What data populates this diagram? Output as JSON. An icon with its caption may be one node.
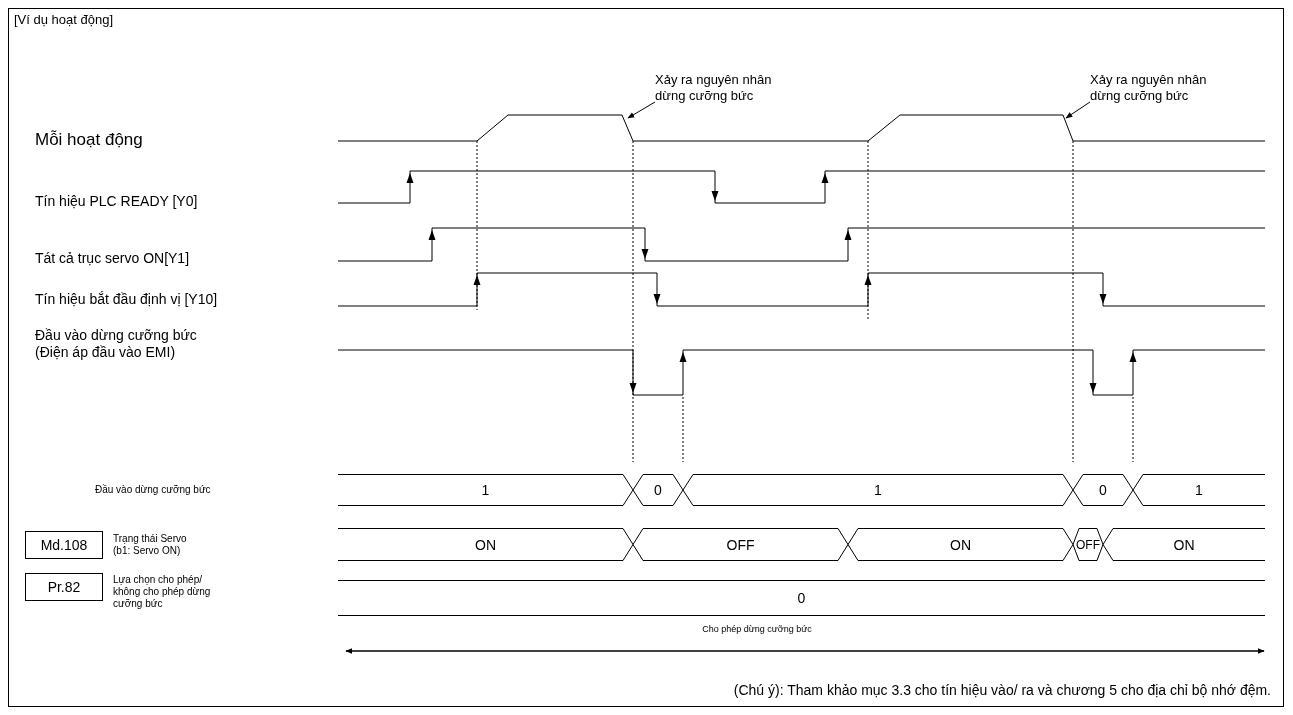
{
  "diagram": {
    "title": "[Ví dụ hoạt động]",
    "caption": "(Chú ý): Tham khảo mục 3.3 cho tín hiệu vào/ ra và chương 5 cho địa chỉ bộ nhớ đệm.",
    "nodes": [
      {
        "text": [
          "Xảy ra nguyên nhân dừng cưỡng bức"
        ]
      },
      {
        "text": [
          "Xảy ra nguyên nhân dừng cưỡng bức"
        ]
      },
      {
        "text": [
          "1"
        ]
      },
      {
        "text": [
          "0"
        ]
      },
      {
        "text": [
          "1"
        ]
      },
      {
        "text": [
          "0"
        ]
      },
      {
        "text": [
          "1"
        ]
      },
      {
        "text": [
          "Md.108"
        ]
      },
      {
        "text": [
          "ON"
        ]
      },
      {
        "text": [
          "OFF"
        ]
      },
      {
        "text": [
          "ON"
        ]
      },
      {
        "text": [
          "OFF"
        ]
      },
      {
        "text": [
          "ON"
        ]
      },
      {
        "text": [
          "Pr.82"
        ]
      },
      {
        "text": [
          "0"
        ]
      }
    ],
    "edges": [
      {
        "from": 0,
        "to": null,
        "arrow": "to"
      },
      {
        "from": 1,
        "to": null,
        "arrow": "to"
      }
    ],
    "labels": [
      "Mỗi hoạt động",
      "Tín hiệu PLC READY [Y0]",
      "Tát cả trục servo ON[Y1]",
      "Tín hiệu bắt đầu định vị [Y10]",
      "Đầu vào dừng cưỡng bức (Điện áp đầu vào EMI)",
      "Đầu vào dừng cưỡng bức",
      "Trạng thái Servo (b1: Servo ON)",
      "Lựa chọn cho phép/ không cho phép dừng cưỡng bức",
      "Cho phép dừng cưỡng bức"
    ]
  }
}
